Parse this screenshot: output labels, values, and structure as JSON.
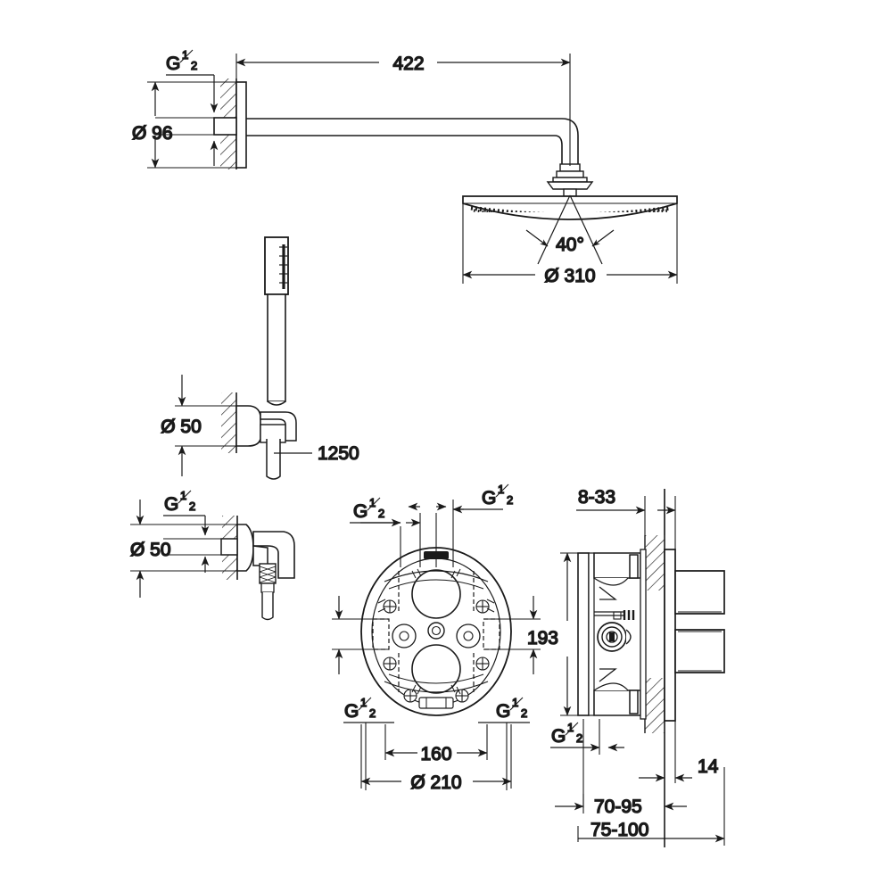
{
  "drawing": {
    "title": "Shower system technical dimension drawing",
    "units": "mm",
    "line_color": "#1a1a1a",
    "background": "#ffffff"
  },
  "views": {
    "head_shower": {
      "name": "Head shower with wall arm",
      "labels": {
        "thread": "G",
        "thread_num": "1",
        "thread_den": "2",
        "arm_length": "422",
        "flange_diameter": "Ø 96",
        "spray_angle": "40°",
        "head_diameter": "Ø 310"
      }
    },
    "hand_shower": {
      "name": "Hand shower with wall union and hose",
      "labels": {
        "wall_union_diameter": "Ø 50",
        "hose_length": "1250"
      }
    },
    "wall_outlet": {
      "name": "Wall outlet elbow",
      "labels": {
        "thread": "G",
        "thread_num": "1",
        "thread_den": "2",
        "diameter": "Ø 50"
      }
    },
    "rough_in_front": {
      "name": "Concealed rough-in body front view",
      "labels": {
        "thread": "G",
        "thread_num": "1",
        "thread_den": "2",
        "inlet_spacing": "160",
        "body_diameter": "Ø 210",
        "thread_top_left": "G",
        "thread_top_right": "G",
        "thread_bottom_left": "G",
        "thread_bottom_right": "G"
      }
    },
    "rough_in_side": {
      "name": "Concealed rough-in body side section with trim",
      "labels": {
        "wall_thickness_range": "8-33",
        "body_height": "193",
        "thread": "G",
        "thread_num": "1",
        "thread_den": "2",
        "trim_depth": "14",
        "install_depth_min": "70-95",
        "install_depth_max": "75-100"
      }
    }
  }
}
